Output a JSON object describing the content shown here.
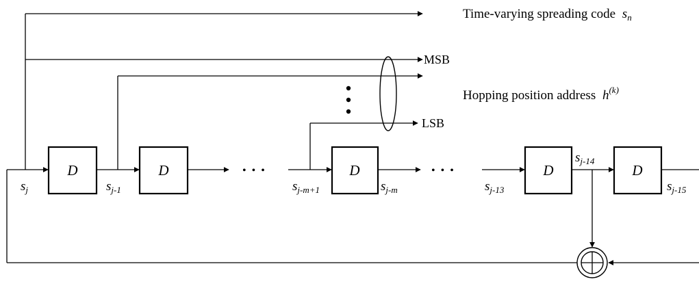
{
  "register": {
    "delay_label": "D",
    "ellipsis": "• • •"
  },
  "outputs": {
    "spreading_code": "Time-varying spreading code",
    "spreading_var": "s",
    "spreading_sub": "n",
    "msb": "MSB",
    "lsb": "LSB",
    "hopping": "Hopping position address",
    "hopping_var": "h",
    "hopping_sup": "(k)"
  },
  "taps": {
    "s": "s",
    "j": "j",
    "j_1": "j-1",
    "j_m_1": "j-m+1",
    "j_m": "j-m",
    "j_13": "j-13",
    "j_14": "j-14",
    "j_15": "j-15"
  }
}
